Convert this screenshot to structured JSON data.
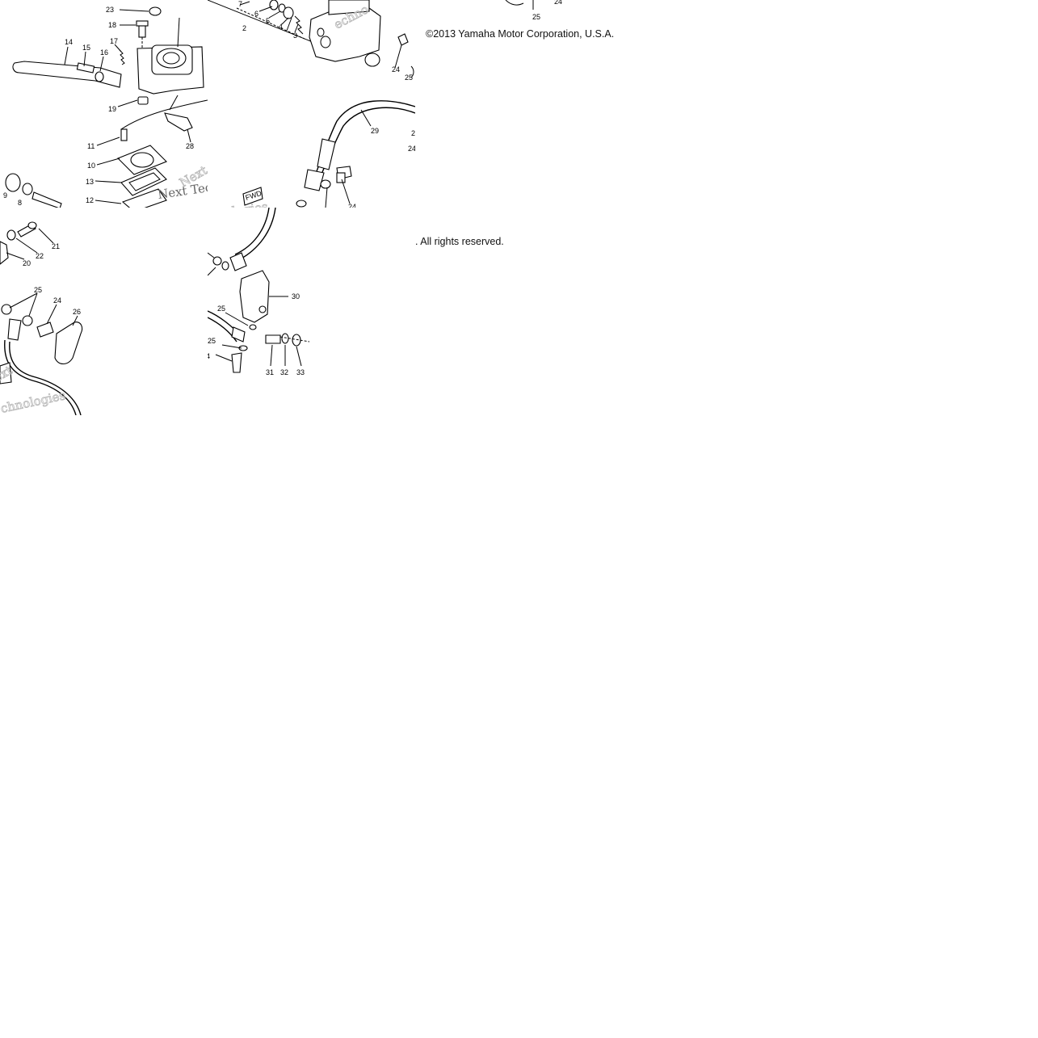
{
  "copyright": {
    "line1": "©2013 Yamaha Motor Corporation, U.S.A.",
    "line2": ". All rights reserved."
  },
  "watermark": {
    "fragments": [
      "Next Tec",
      "ologies",
      "echno",
      "ext",
      "chnologies",
      "Next"
    ]
  },
  "callouts": {
    "tile_a": [
      "23",
      "18",
      "17",
      "14",
      "15",
      "16",
      "19",
      "11",
      "10",
      "13",
      "12",
      "28",
      "9",
      "8"
    ],
    "tile_b": [
      "7",
      "6",
      "5",
      "2",
      "4",
      "3",
      "29",
      "24",
      "25"
    ],
    "tile_c": [
      "25",
      "24"
    ],
    "tile_d": [
      "21",
      "22",
      "20",
      "25",
      "24",
      "26"
    ],
    "tile_e": [
      "30",
      "25",
      "25",
      "31",
      "32",
      "33",
      "4"
    ],
    "fwd_label": "FWD",
    "tile_b_edge": [
      "24",
      "25",
      "24",
      "2"
    ]
  }
}
